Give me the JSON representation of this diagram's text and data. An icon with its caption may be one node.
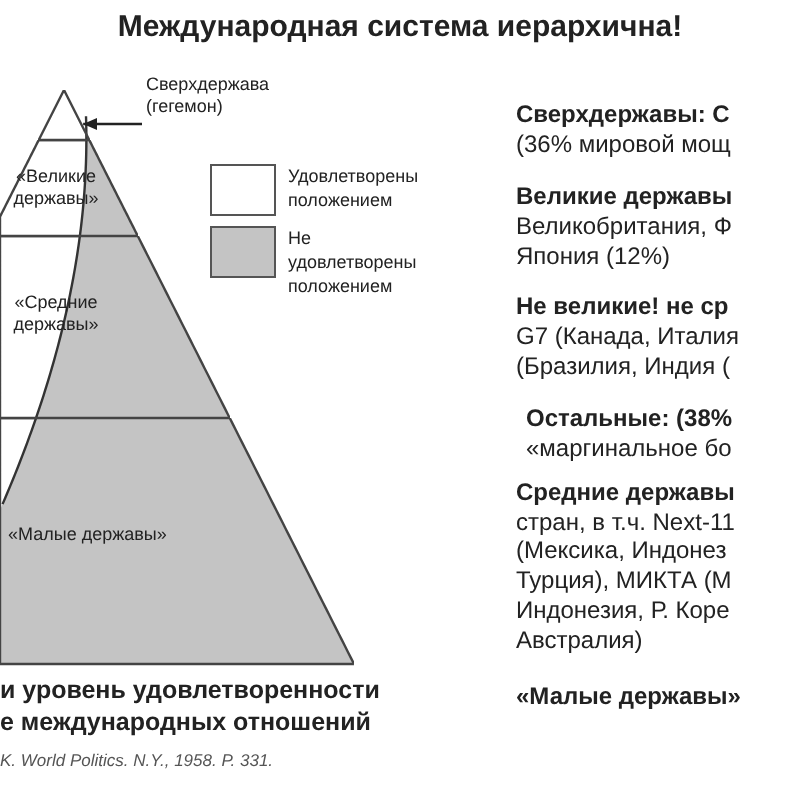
{
  "diagram": {
    "title": "Международная система иерархична!",
    "nodes": [
      {
        "text": [
          "Сверхдержава (гегемон)"
        ]
      },
      {
        "text": [],
        "shape": "triangle"
      },
      {
        "text": [
          "«Великие державы»"
        ]
      },
      {
        "text": [
          "«Средние державы»"
        ]
      },
      {
        "text": [
          "«Малые державы»"
        ]
      }
    ],
    "edges": [
      {
        "from": 0,
        "to": 1,
        "arrow": "to"
      }
    ],
    "labels": [
      "Сверхдержавы: С",
      "(36% мировой мощ",
      "Великие державы",
      "Великобритания, Ф",
      "Япония (12%)",
      "Не великие! не ср",
      "G7 (Канада, Италия",
      "(Бразилия, Индия (",
      "Остальные: (38%",
      "«маргинальное бо",
      "Средние державы",
      "стран, в т.ч. Next-11",
      "(Мексика, Индонез",
      "Турция), МИКТА (М",
      "Индонезия, Р. Коре",
      "Австралия)",
      "«Малые державы»",
      "и уровень удовлетворенности",
      "е международных отношений",
      "K. World Politics. N.Y., 1958. P. 331."
    ],
    "legend": [
      {
        "text": "Удовлетворены положением",
        "color": "#ffffff"
      },
      {
        "text": "Не удовлетворены положением",
        "color": "#c4c4c4"
      }
    ]
  }
}
